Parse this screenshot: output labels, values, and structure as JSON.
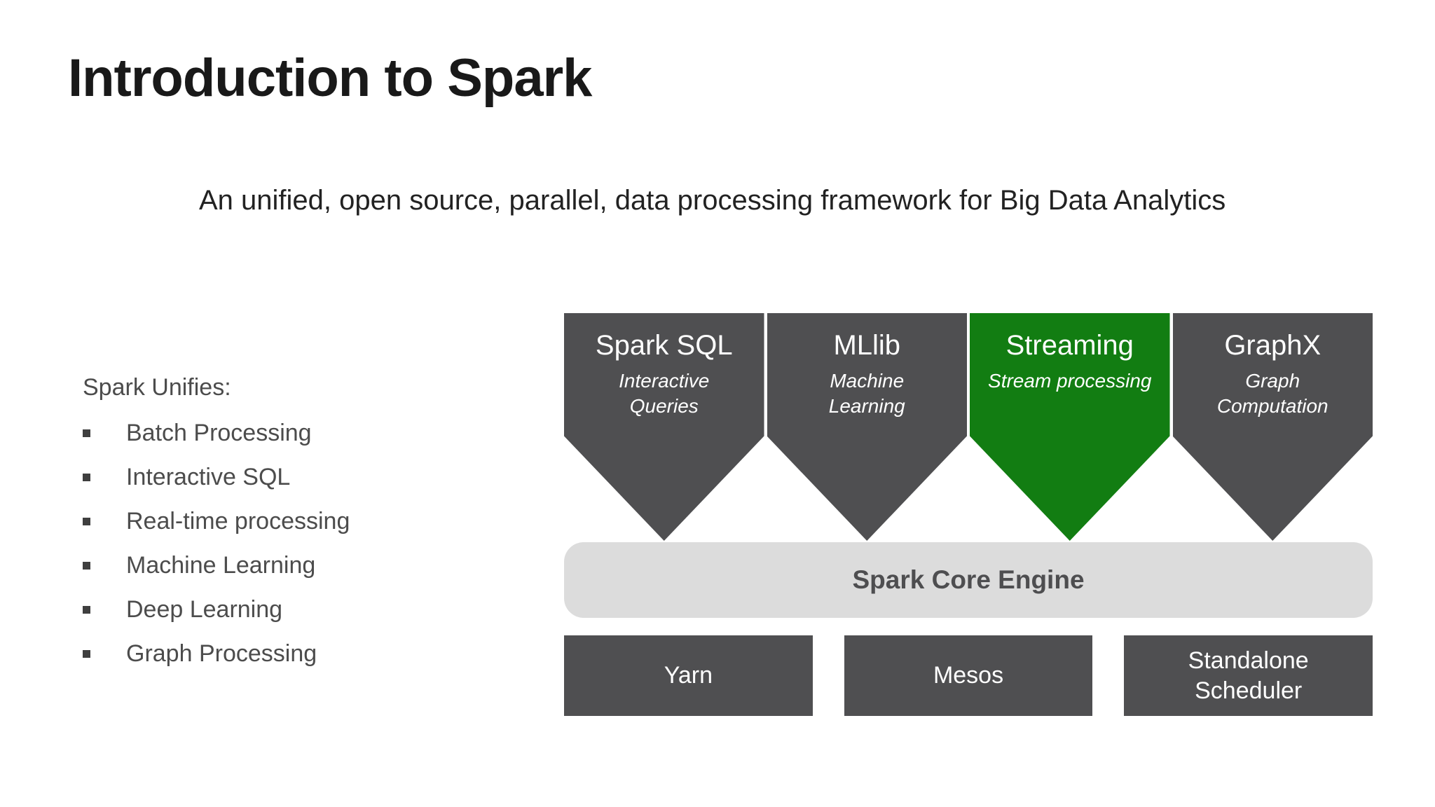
{
  "slide": {
    "title": "Introduction to Spark",
    "subtitle": "An unified, open source, parallel, data processing framework for Big Data Analytics"
  },
  "unifies": {
    "heading": "Spark Unifies:",
    "items": [
      "Batch Processing",
      "Interactive SQL",
      "Real-time processing",
      "Machine Learning",
      "Deep Learning",
      "Graph Processing"
    ]
  },
  "architecture": {
    "components": [
      {
        "name": "Spark SQL",
        "description": "Interactive\nQueries",
        "highlighted": false
      },
      {
        "name": "MLlib",
        "description": "Machine\nLearning",
        "highlighted": false
      },
      {
        "name": "Streaming",
        "description": "Stream processing",
        "highlighted": true
      },
      {
        "name": "GraphX",
        "description": "Graph\nComputation",
        "highlighted": false
      }
    ],
    "core_engine": "Spark Core Engine",
    "cluster_managers": [
      "Yarn",
      "Mesos",
      "Standalone\nScheduler"
    ]
  },
  "colors": {
    "component-gray": "#4f4f51",
    "highlight-green": "#127d12",
    "core-bar-gray": "#dcdcdc",
    "core-text-gray": "#4e4e50"
  }
}
